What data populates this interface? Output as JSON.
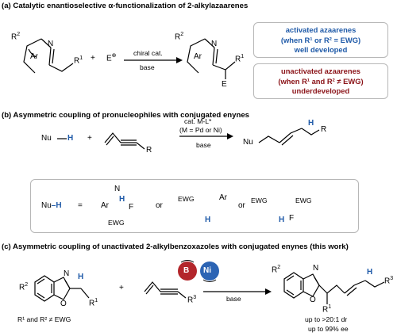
{
  "section_a": {
    "title": "(a) Catalytic enantioselective α-functionalization of 2-alkylazaarenes",
    "reagent_plus": "+",
    "electrophile": "E",
    "arrow_top": "chiral cat.",
    "arrow_bottom": "base",
    "ring_label": "Ar",
    "atom_N": "N",
    "sub_R2": "R",
    "sub_R2_sup": "2",
    "sub_R1": "R",
    "sub_R1_sup": "1",
    "product_E": "E",
    "box_blue": {
      "line1": "activated azaarenes",
      "line2": "(when R¹ or R² = EWG)",
      "line3": "well developed"
    },
    "box_red": {
      "line1": "unactivated azaarenes",
      "line2": "(when R¹ and R² ≠ EWG)",
      "line3": "underdeveloped"
    }
  },
  "section_b": {
    "title": "(b) Asymmetric coupling of pronucleophiles with conjugated enynes",
    "nu": "Nu",
    "h": "H",
    "plus": "+",
    "enyne_R": "R",
    "arrow_top1": "cat. M-L*",
    "arrow_top2": "(M = Pd or Ni)",
    "arrow_bottom": "base",
    "product_nu": "Nu",
    "product_R": "R",
    "product_H": "H",
    "nuh_eq": "=",
    "or1": "or",
    "or2": "or",
    "opt1_F": "F",
    "opt1_EWG": "EWG",
    "opt2_EWG": "EWG",
    "opt2_Ar": "Ar",
    "opt3_EWG_left": "EWG",
    "opt3_EWG_right": "EWG",
    "opt3_F": "F"
  },
  "section_c": {
    "title": "(c) Asymmetric coupling of unactivated 2-alkylbenzoxazoles with conjugated enynes (this work)",
    "sub_R2": "R",
    "sub_R2_sup": "2",
    "sub_R1": "R",
    "sub_R1_sup": "1",
    "atom_N": "N",
    "atom_O": "O",
    "h": "H",
    "plus": "+",
    "enyne_R3": "R",
    "enyne_R3_sup": "3",
    "cat_B": "B",
    "cat_Ni": "Ni",
    "arrow_bottom": "base",
    "note_substrate": "R¹ and R² ≠ EWG",
    "result_dr": "up to >20:1 dr",
    "result_ee": "up to 99% ee",
    "product_R3": "R",
    "product_R3_sup": "3"
  },
  "colors": {
    "accent_blue": "#1f5aa8",
    "accent_red": "#8a1217",
    "circle_red": "#b3262b",
    "circle_blue": "#2c64b4",
    "box_border": "#b7b7b7"
  }
}
